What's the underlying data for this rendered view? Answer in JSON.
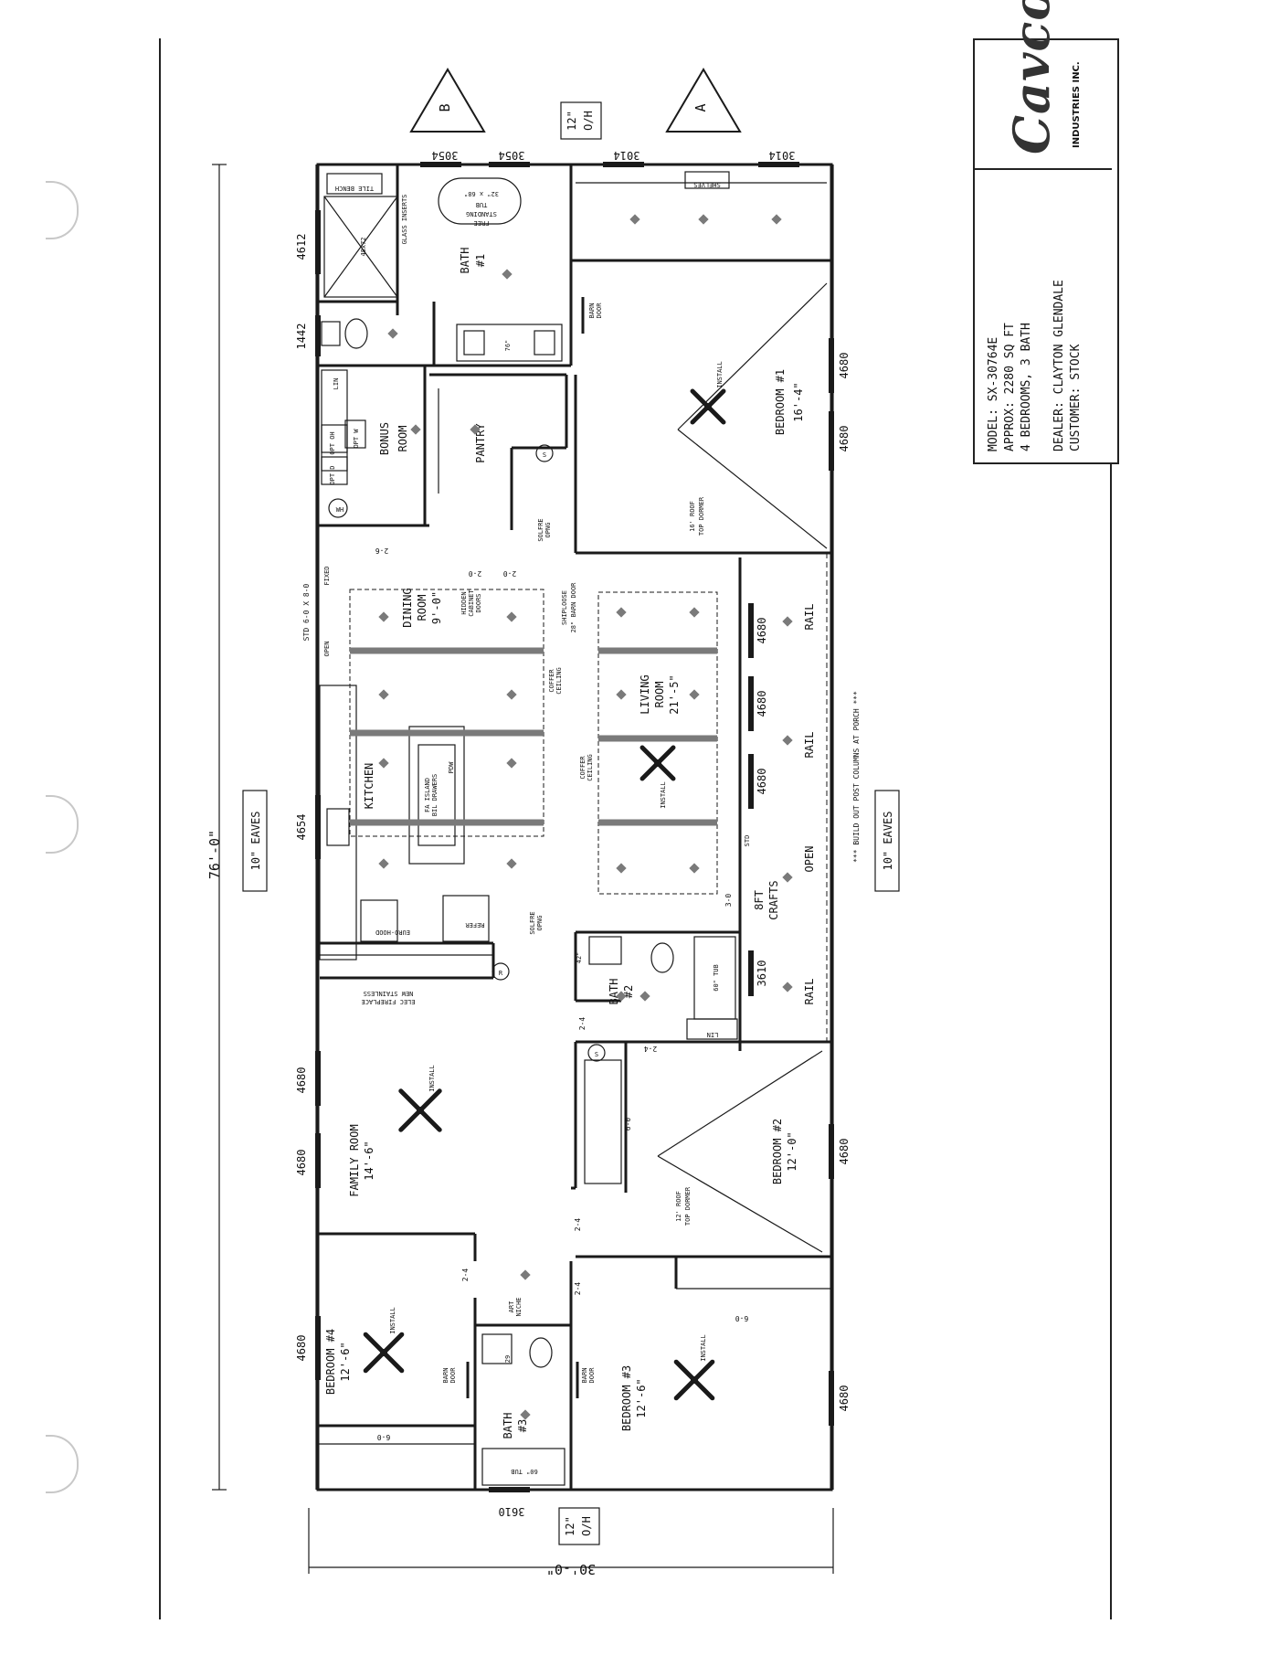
{
  "title_block": {
    "logo": "Cavco",
    "logo_sub": "INDUSTRIES INC.",
    "lines": [
      "MODEL: SX-30764E",
      "APPROX: 2280 SQ FT",
      "4 BEDROOMS, 3 BATH",
      "",
      "DEALER: CLAYTON GLENDALE",
      "CUSTOMER: STOCK"
    ]
  },
  "dimensions": {
    "overall_length": "76'-0\"",
    "overall_width": "30'-0\"",
    "eaves_left": "10\" EAVES",
    "eaves_right": "10\" EAVES",
    "overhang_top": "12\" O/H",
    "overhang_bottom": "12\" O/H"
  },
  "elevation_markers": [
    "B",
    "A"
  ],
  "porch_note": "*** BUILD OUT POST COLUMNS AT PORCH ***",
  "rooms": {
    "bedroom1": {
      "name": "BEDROOM #1",
      "size": "16'-4\""
    },
    "bedroom2": {
      "name": "BEDROOM #2",
      "size": "12'-0\""
    },
    "bedroom3": {
      "name": "BEDROOM #3",
      "size": "12'-6\""
    },
    "bedroom4": {
      "name": "BEDROOM #4",
      "size": "12'-6\""
    },
    "bath1": {
      "name": "BATH",
      "num": "#1"
    },
    "bath2": {
      "name": "BATH",
      "num": "#2"
    },
    "bath3": {
      "name": "BATH",
      "num": "#3"
    },
    "bonus": {
      "l1": "BONUS",
      "l2": "ROOM"
    },
    "pantry": "PANTRY",
    "dining": {
      "l1": "DINING",
      "l2": "ROOM",
      "size": "9'-0\""
    },
    "living": {
      "l1": "LIVING",
      "l2": "ROOM",
      "size": "21'-5\""
    },
    "kitchen": "KITCHEN",
    "family": {
      "name": "FAMILY ROOM",
      "size": "14'-6\""
    },
    "crafts": {
      "l1": "8FT",
      "l2": "CRAFTS"
    }
  },
  "windows": {
    "top": [
      "3054",
      "3054",
      "3014",
      "3014"
    ],
    "left": [
      "4612",
      "1442",
      "4654",
      "4680",
      "4680",
      "4680"
    ],
    "right": [
      "4680",
      "4680",
      "4680",
      "4680",
      "4680",
      "3610",
      "4680",
      "4680"
    ],
    "bottom": [
      "3610"
    ]
  },
  "labels": {
    "tile_bench": "TILE BENCH",
    "shower": "48x72",
    "glass_inserts": "GLASS INSERTS",
    "tub1_l1": "FREE",
    "tub1_l2": "STANDING",
    "tub1_l3": "TUB",
    "tub1_l4": "32\" x 68\"",
    "vanity": "76\"",
    "shelves": "SHELVES",
    "barn_door": "BARN",
    "barn_door2": "DOOR",
    "lin": "LIN",
    "opt_oh": "OPT OH",
    "opt_d": "OPT D",
    "opt_w": "OPT W",
    "wh": "WH",
    "door_26": "2-6",
    "door_20": "2-0",
    "door_24": "2-4",
    "door_30": "3-0",
    "door_60": "6-0",
    "hidden_l1": "HIDDEN",
    "hidden_l2": "CABINET",
    "hidden_l3": "DOORS",
    "sofire": "SOLFRE",
    "opng": "OPNG",
    "shiplap_l1": "SHIPLOOSE",
    "shiplap_l2": "28\" BARN DOOR",
    "coffer_l1": "COFFER",
    "coffer_l2": "CEILING",
    "std": "STD",
    "std_door": "STD 6-0 X 8-0",
    "fixed": "FIXED",
    "open": "OPEN",
    "install": "INSTALL",
    "dormer16_l1": "16' ROOF",
    "dormer16_l2": "TOP DORMER",
    "dormer12_l1": "12' ROOF",
    "dormer12_l2": "TOP DORMER",
    "rail": "RAIL",
    "euro_hood": "EURO-HOOD",
    "refer": "REFER",
    "fa_island_l1": "FA ISLAND",
    "fa_island_l2": "BIL DRAWERS",
    "pdw": "PDW",
    "tub60": "60\" TUB",
    "in42": "42\"",
    "fireplace_l1": "NEW STAINLESS",
    "fireplace_l2": "ELEC FIREPLACE",
    "art_l1": "ART",
    "art_l2": "NICHE",
    "in29": "29",
    "s": "S",
    "r": "R"
  },
  "colors": {
    "line": "#1a1a1a",
    "paper": "#ffffff",
    "beam": "#7a7a7a"
  }
}
